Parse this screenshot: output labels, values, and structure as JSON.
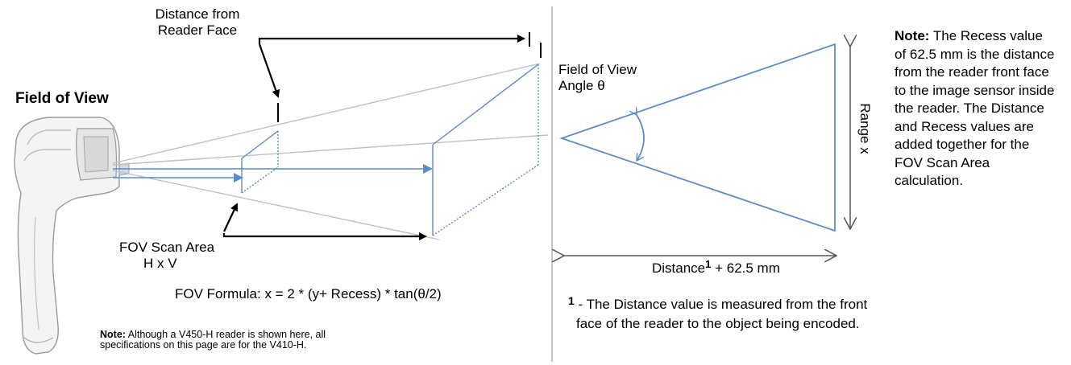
{
  "labels": {
    "distance_from_reader_face_line1": "Distance from",
    "distance_from_reader_face_line2": "Reader Face",
    "field_of_view_heading": "Field of View",
    "fov_scan_area_line1": "FOV Scan Area",
    "fov_scan_area_line2": "H x V",
    "fov_formula": "FOV Formula: x = 2 * (y+ Recess) * tan(θ/2)",
    "field_of_view_angle_line1": "Field of View",
    "field_of_view_angle_line2": "Angle θ",
    "range_x": "Range x",
    "distance_word": "Distance",
    "distance_superscript": "1",
    "distance_suffix": " + 62.5 mm"
  },
  "note_right": {
    "bold": "Note:",
    "text": " The Recess value of 62.5 mm is the distance from the reader front face to the image sensor inside the reader. The Distance and Recess values are added together for the FOV Scan Area calculation."
  },
  "note_bottom": {
    "bold": "Note:",
    "text": " Although a V450-H reader is shown here, all specifications on this page are for the V410-H."
  },
  "footnote": {
    "marker": "1",
    "line1": " - The Distance value is measured from the front",
    "line2": "face of the reader to the object being encoded."
  },
  "colors": {
    "diagram_blue": "#5b8cc8",
    "projection_gray": "#c0c0c0",
    "divider_gray": "#b0b0b0",
    "arrow_black": "#000000",
    "dimension_gray": "#555555"
  },
  "icons": {
    "scanner": "handheld-barcode-reader"
  }
}
